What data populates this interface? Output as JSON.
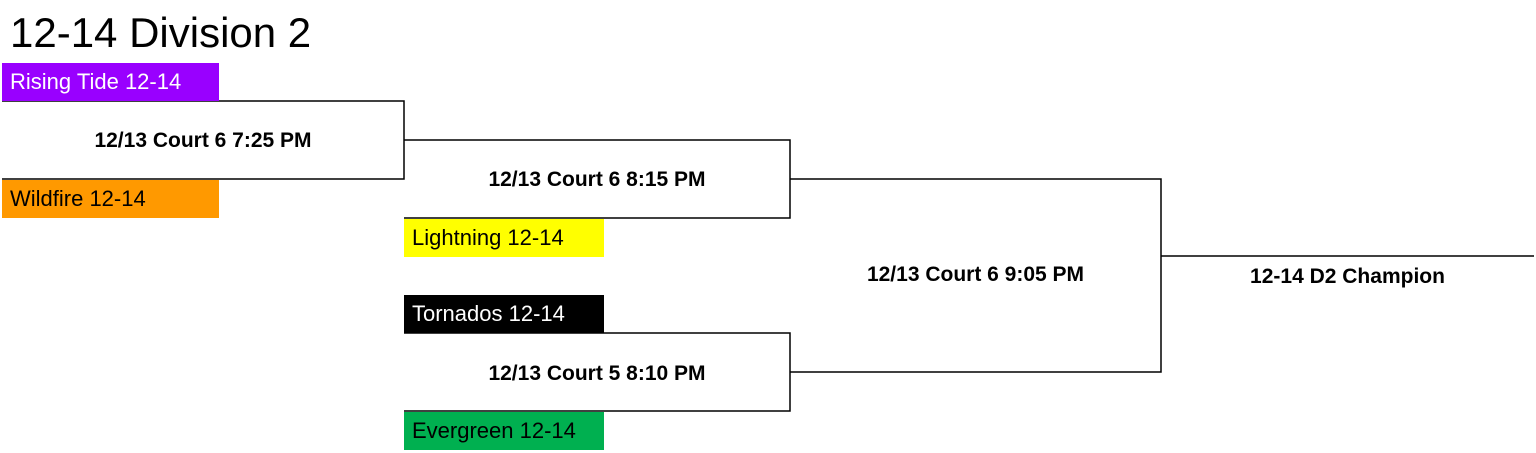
{
  "bracket": {
    "title": "12-14 Division 2",
    "teams": {
      "rising_tide": {
        "name": "Rising Tide 12-14",
        "bg": "#9900ff",
        "fg": "#ffffff"
      },
      "wildfire": {
        "name": "Wildfire 12-14",
        "bg": "#ff9900",
        "fg": "#000000"
      },
      "lightning": {
        "name": "Lightning 12-14",
        "bg": "#ffff00",
        "fg": "#000000"
      },
      "tornados": {
        "name": "Tornados 12-14",
        "bg": "#000000",
        "fg": "#ffffff"
      },
      "evergreen": {
        "name": "Evergreen 12-14",
        "bg": "#00b050",
        "fg": "#000000"
      }
    },
    "games": {
      "game1": "12/13 Court 6 7:25 PM",
      "game2": "12/13 Court 6 8:15 PM",
      "game3": "12/13 Court 5 8:10 PM",
      "game4": "12/13 Court 6 9:05 PM"
    },
    "champion": "12-14 D2 Champion"
  }
}
